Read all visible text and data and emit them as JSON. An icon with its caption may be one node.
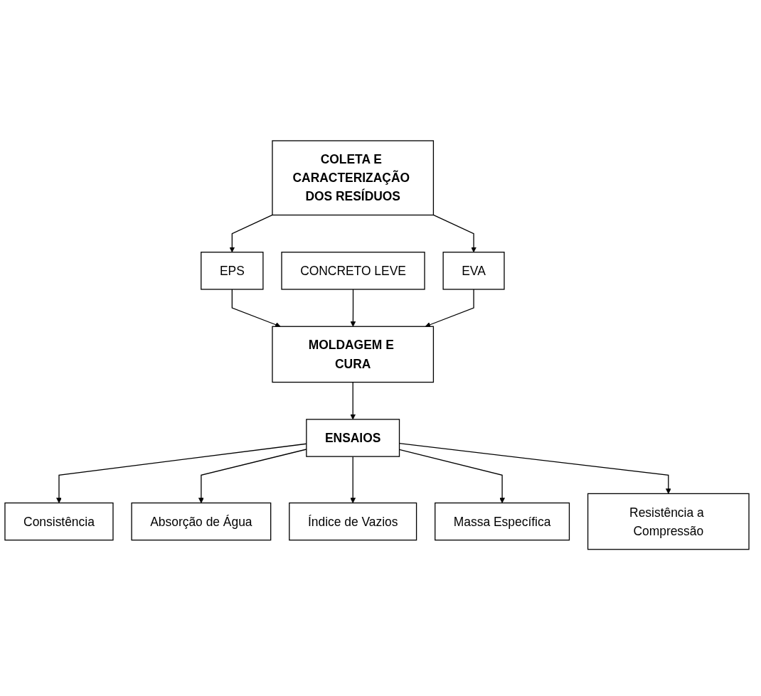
{
  "diagram": {
    "nodes": [
      {
        "text": [
          "COLETA E CARACTERIZAÇÃO DOS RESÍDUOS"
        ]
      },
      {
        "text": [
          "EPS"
        ]
      },
      {
        "text": [
          "CONCRETO LEVE"
        ]
      },
      {
        "text": [
          "EVA"
        ]
      },
      {
        "text": [
          "MOLDAGEM E CURA"
        ]
      },
      {
        "text": [
          "ENSAIOS"
        ]
      },
      {
        "text": [
          "Consistência"
        ]
      },
      {
        "text": [
          "Absorção de Água"
        ]
      },
      {
        "text": [
          "Índice de Vazios"
        ]
      },
      {
        "text": [
          "Massa Específica"
        ]
      },
      {
        "text": [
          "Resistência a Compressão"
        ]
      }
    ],
    "edges": [
      {
        "from": 0,
        "to": 1,
        "arrow": "to"
      },
      {
        "from": 0,
        "to": 3,
        "arrow": "to"
      },
      {
        "from": 1,
        "to": 4,
        "arrow": "to"
      },
      {
        "from": 2,
        "to": 4,
        "arrow": "to"
      },
      {
        "from": 3,
        "to": 4,
        "arrow": "to"
      },
      {
        "from": 4,
        "to": 5,
        "arrow": "to"
      },
      {
        "from": 5,
        "to": 6,
        "arrow": "to"
      },
      {
        "from": 5,
        "to": 7,
        "arrow": "to"
      },
      {
        "from": 5,
        "to": 8,
        "arrow": "to"
      },
      {
        "from": 5,
        "to": 9,
        "arrow": "to"
      },
      {
        "from": 5,
        "to": 10,
        "arrow": "to"
      }
    ]
  }
}
